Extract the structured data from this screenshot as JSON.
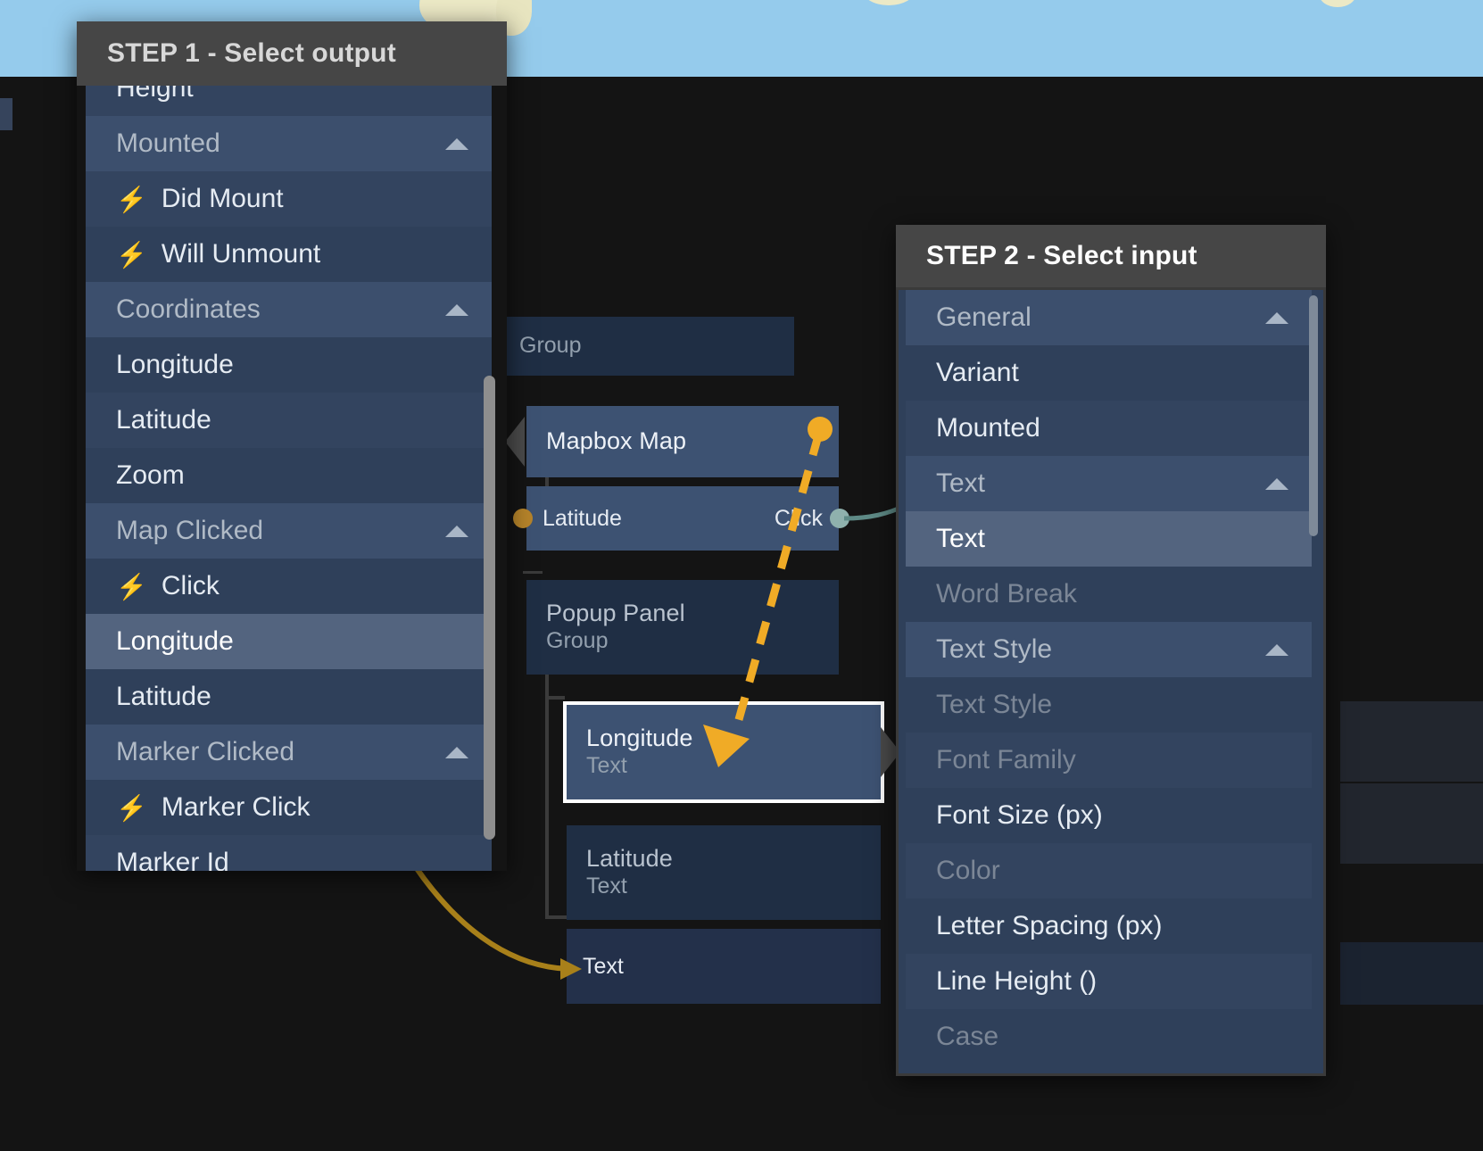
{
  "background": {
    "map_preview_color": "#95cbec",
    "land_color": "#ece9c6",
    "canvas_color": "#141414"
  },
  "step1": {
    "header": "STEP 1 - Select output",
    "items": [
      {
        "label": "Height",
        "kind": "leaf",
        "state": "normal",
        "icon": "none",
        "clipped": true
      },
      {
        "label": "Mounted",
        "kind": "group",
        "state": "normal",
        "icon": "caret-up-icon"
      },
      {
        "label": "Did Mount",
        "kind": "leaf",
        "state": "normal",
        "icon": "bolt-icon"
      },
      {
        "label": "Will Unmount",
        "kind": "leaf",
        "state": "normal",
        "icon": "bolt-icon"
      },
      {
        "label": "Coordinates",
        "kind": "group",
        "state": "normal",
        "icon": "caret-up-icon"
      },
      {
        "label": "Longitude",
        "kind": "leaf",
        "state": "normal",
        "icon": "none"
      },
      {
        "label": "Latitude",
        "kind": "leaf",
        "state": "normal",
        "icon": "none"
      },
      {
        "label": "Zoom",
        "kind": "leaf",
        "state": "normal",
        "icon": "none"
      },
      {
        "label": "Map Clicked",
        "kind": "group",
        "state": "normal",
        "icon": "caret-up-icon"
      },
      {
        "label": "Click",
        "kind": "leaf",
        "state": "normal",
        "icon": "bolt-icon"
      },
      {
        "label": "Longitude",
        "kind": "leaf",
        "state": "selected",
        "icon": "none"
      },
      {
        "label": "Latitude",
        "kind": "leaf",
        "state": "normal",
        "icon": "none"
      },
      {
        "label": "Marker Clicked",
        "kind": "group",
        "state": "normal",
        "icon": "caret-up-icon"
      },
      {
        "label": "Marker Click",
        "kind": "leaf",
        "state": "normal",
        "icon": "bolt-icon"
      },
      {
        "label": "Marker Id",
        "kind": "leaf",
        "state": "normal",
        "icon": "none",
        "clipped": true
      }
    ]
  },
  "step2": {
    "header": "STEP 2 - Select input",
    "items": [
      {
        "label": "General",
        "kind": "group",
        "state": "normal",
        "icon": "caret-up-icon"
      },
      {
        "label": "Variant",
        "kind": "leaf",
        "state": "normal",
        "icon": "none"
      },
      {
        "label": "Mounted",
        "kind": "leaf",
        "state": "normal",
        "icon": "none"
      },
      {
        "label": "Text",
        "kind": "group",
        "state": "normal",
        "icon": "caret-up-icon"
      },
      {
        "label": "Text",
        "kind": "leaf",
        "state": "selected",
        "icon": "none"
      },
      {
        "label": "Word Break",
        "kind": "leaf",
        "state": "disabled",
        "icon": "none"
      },
      {
        "label": "Text Style",
        "kind": "group",
        "state": "normal",
        "icon": "caret-up-icon"
      },
      {
        "label": "Text Style",
        "kind": "leaf",
        "state": "disabled",
        "icon": "none"
      },
      {
        "label": "Font Family",
        "kind": "leaf",
        "state": "disabled",
        "icon": "none"
      },
      {
        "label": "Font Size (px)",
        "kind": "leaf",
        "state": "normal",
        "icon": "none"
      },
      {
        "label": "Color",
        "kind": "leaf",
        "state": "disabled",
        "icon": "none"
      },
      {
        "label": "Letter Spacing (px)",
        "kind": "leaf",
        "state": "normal",
        "icon": "none"
      },
      {
        "label": "Line Height ()",
        "kind": "leaf",
        "state": "normal",
        "icon": "none"
      },
      {
        "label": "Case",
        "kind": "leaf",
        "state": "disabled",
        "icon": "none"
      }
    ]
  },
  "graph": {
    "nodes": [
      {
        "id": "group-node",
        "title": "",
        "subtitle": "Group",
        "style": "dim"
      },
      {
        "id": "mapbox-map",
        "title": "Mapbox Map",
        "subtitle": "",
        "style": "normal"
      },
      {
        "id": "popup-panel",
        "title": "Popup Panel",
        "subtitle": "Group",
        "style": "dim"
      },
      {
        "id": "longitude",
        "title": "Longitude",
        "subtitle": "Text",
        "style": "selected"
      },
      {
        "id": "latitude",
        "title": "Latitude",
        "subtitle": "Text",
        "style": "dim"
      }
    ],
    "ports": {
      "latitude_in_label": "Latitude",
      "click_out_label": "Click",
      "text_in_label": "Text"
    },
    "connector_color": "#f0ab26",
    "wire_color": "#8fb1ad",
    "arrow_color": "#a8801a"
  }
}
